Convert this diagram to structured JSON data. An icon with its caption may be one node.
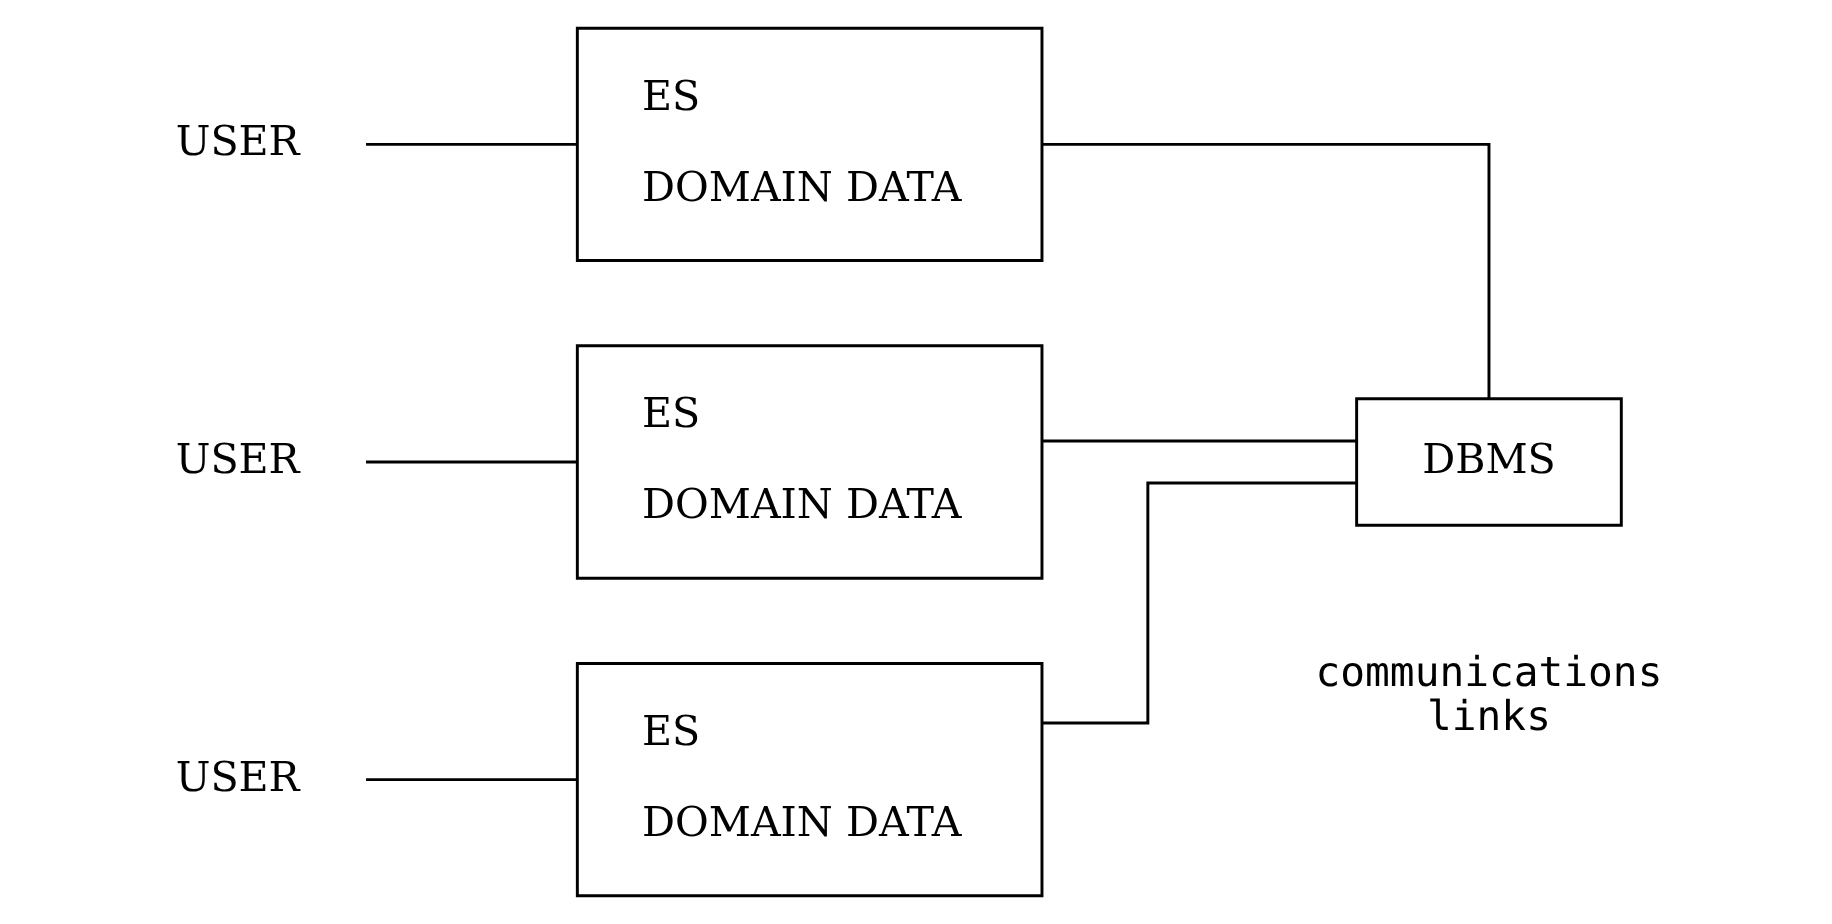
{
  "diagram": {
    "nodes": [
      {
        "text": [
          "USER"
        ]
      },
      {
        "text": [
          "ES",
          "DOMAIN DATA"
        ]
      },
      {
        "text": [
          "USER"
        ]
      },
      {
        "text": [
          "ES",
          "DOMAIN DATA"
        ]
      },
      {
        "text": [
          "USER"
        ]
      },
      {
        "text": [
          "ES",
          "DOMAIN DATA"
        ]
      },
      {
        "text": [
          "DBMS"
        ]
      }
    ],
    "edges": [
      {
        "from": 0,
        "to": 1,
        "arrow": "none"
      },
      {
        "from": 2,
        "to": 3,
        "arrow": "none"
      },
      {
        "from": 4,
        "to": 5,
        "arrow": "none"
      },
      {
        "from": 1,
        "to": 6,
        "arrow": "none"
      },
      {
        "from": 3,
        "to": 6,
        "arrow": "none"
      },
      {
        "from": 5,
        "to": 6,
        "arrow": "none"
      }
    ],
    "labels": [
      "communications links"
    ]
  }
}
